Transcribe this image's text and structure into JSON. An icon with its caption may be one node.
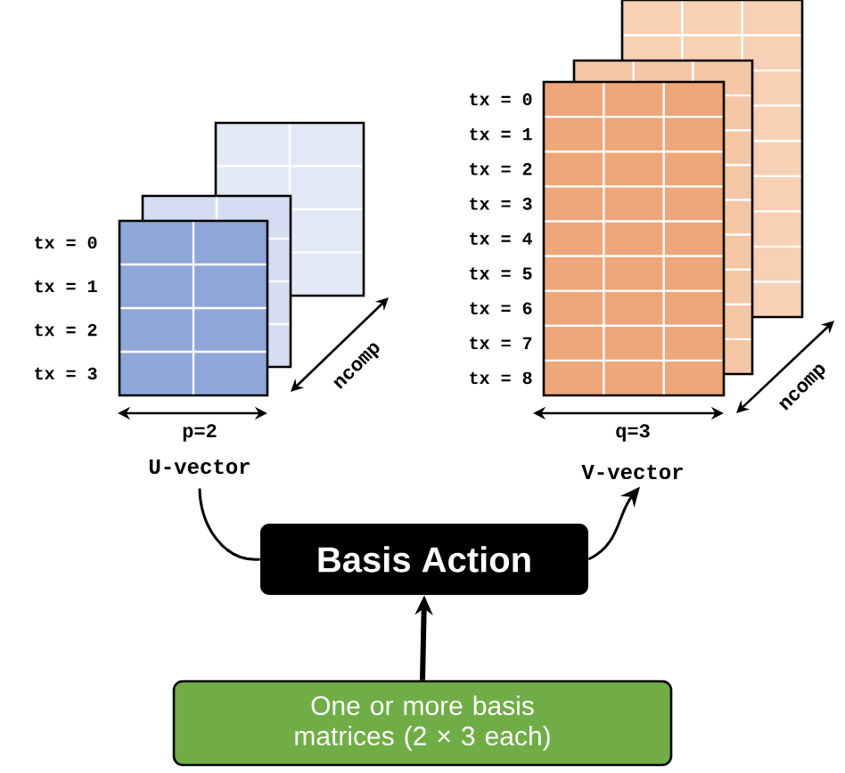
{
  "diagram": {
    "nodes": [
      {
        "text": [
          "U-vector"
        ]
      },
      {
        "text": [
          "V-vector"
        ]
      },
      {
        "text": [
          "Basis Action"
        ]
      },
      {
        "text": [
          "One or more basis matrices (2 × 3 each)"
        ]
      }
    ],
    "edges": [
      {
        "from": 0,
        "to": 2,
        "arrow": "none"
      },
      {
        "from": 2,
        "to": 1,
        "arrow": "to"
      },
      {
        "from": 3,
        "to": 2,
        "arrow": "to",
        "style": "thick"
      }
    ],
    "labels": [
      "tx = 0",
      "tx = 1",
      "tx = 2",
      "tx = 3",
      "p=2",
      "ncomp",
      "tx = 0",
      "tx = 1",
      "tx = 2",
      "tx = 3",
      "tx = 4",
      "tx = 5",
      "tx = 6",
      "tx = 7",
      "tx = 8",
      "q=3",
      "ncomp"
    ]
  }
}
